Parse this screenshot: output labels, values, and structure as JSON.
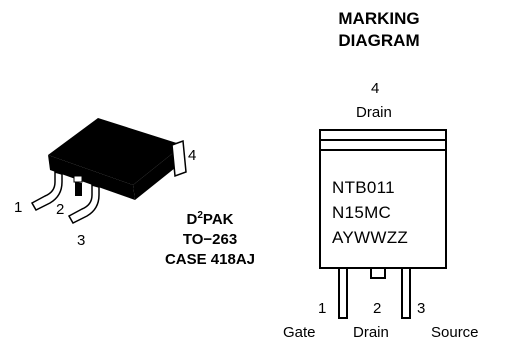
{
  "marking_diagram": {
    "title_line1": "MARKING",
    "title_line2": "DIAGRAM",
    "top_pin_number": "4",
    "top_pin_name": "Drain",
    "marking_lines": [
      "NTB011",
      "N15MC",
      "AYWWZZ"
    ],
    "bottom_pins": [
      {
        "number": "1",
        "name": "Gate"
      },
      {
        "number": "2",
        "name": "Drain"
      },
      {
        "number": "3",
        "name": "Source"
      }
    ]
  },
  "package": {
    "line1_prefix": "D",
    "line1_superscript": "2",
    "line1_suffix": "PAK",
    "line2": "TO−263",
    "line3": "CASE 418AJ",
    "pin_labels": [
      "1",
      "2",
      "3",
      "4"
    ]
  }
}
